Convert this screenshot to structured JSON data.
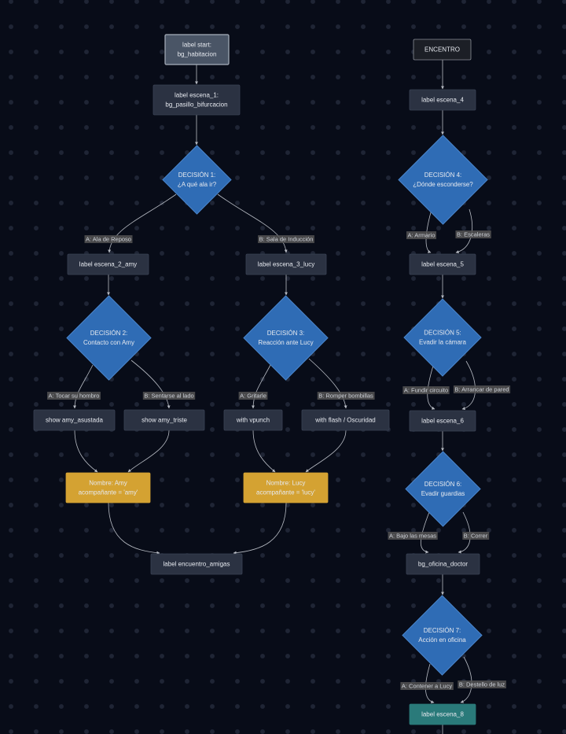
{
  "colors": {
    "background": "#080c18",
    "node": "#2b3242",
    "node_border": "#3a4254",
    "start_node": "#4a5566",
    "start_border": "#a8b0bc",
    "dark_node": "#1c1f26",
    "dark_border": "#8a8f98",
    "decision": "#2f6cb5",
    "decision_border": "#4a86cc",
    "highlight": "#d4a232",
    "final": "#2a7a7a",
    "edge": "#b8bcc4",
    "label_bg": "#545454"
  },
  "nodes": [
    {
      "id": "start",
      "kind": "start",
      "lines": [
        "label start:",
        "bg_habitacion"
      ]
    },
    {
      "id": "escena1",
      "kind": "process",
      "lines": [
        "label escena_1:",
        "bg_pasillo_bifurcacion"
      ]
    },
    {
      "id": "d1",
      "kind": "decision",
      "lines": [
        "DECISIÓN 1:",
        "¿A qué ala ir?"
      ]
    },
    {
      "id": "escena2",
      "kind": "process",
      "lines": [
        "label escena_2_amy"
      ]
    },
    {
      "id": "escena3",
      "kind": "process",
      "lines": [
        "label escena_3_lucy"
      ]
    },
    {
      "id": "d2",
      "kind": "decision",
      "lines": [
        "DECISIÓN 2:",
        "Contacto con Amy"
      ]
    },
    {
      "id": "d3",
      "kind": "decision",
      "lines": [
        "DECISIÓN 3:",
        "Reacción ante Lucy"
      ]
    },
    {
      "id": "asustada",
      "kind": "process",
      "lines": [
        "show amy_asustada"
      ]
    },
    {
      "id": "triste",
      "kind": "process",
      "lines": [
        "show amy_triste"
      ]
    },
    {
      "id": "vpunch",
      "kind": "process",
      "lines": [
        "with vpunch"
      ]
    },
    {
      "id": "flash",
      "kind": "process",
      "lines": [
        "with flash / Oscuridad"
      ]
    },
    {
      "id": "amy",
      "kind": "highlight",
      "lines": [
        "Nombre: Amy",
        "acompañante = 'amy'"
      ]
    },
    {
      "id": "lucy",
      "kind": "highlight",
      "lines": [
        "Nombre: Lucy",
        "acompañante = 'lucy'"
      ]
    },
    {
      "id": "encuentro",
      "kind": "process",
      "lines": [
        "label encuentro_amigas"
      ]
    },
    {
      "id": "encentro",
      "kind": "dark",
      "lines": [
        "ENCENTRO"
      ]
    },
    {
      "id": "escena4",
      "kind": "process",
      "lines": [
        "label escena_4"
      ]
    },
    {
      "id": "d4",
      "kind": "decision",
      "lines": [
        "DECISIÓN 4:",
        "¿Dónde esconderse?"
      ]
    },
    {
      "id": "escena5",
      "kind": "process",
      "lines": [
        "label escena_5"
      ]
    },
    {
      "id": "d5",
      "kind": "decision",
      "lines": [
        "DECISIÓN 5:",
        "Evadir la cámara"
      ]
    },
    {
      "id": "escena6",
      "kind": "process",
      "lines": [
        "label escena_6"
      ]
    },
    {
      "id": "d6",
      "kind": "decision",
      "lines": [
        "DECISIÓN 6:",
        "Evadir guardias"
      ]
    },
    {
      "id": "oficina",
      "kind": "process",
      "lines": [
        "bg_oficina_doctor"
      ]
    },
    {
      "id": "d7",
      "kind": "decision",
      "lines": [
        "DECISIÓN 7:",
        "Acción en oficina"
      ]
    },
    {
      "id": "escena8",
      "kind": "final",
      "lines": [
        "label escena_8"
      ]
    }
  ],
  "edges": [
    {
      "from": "start",
      "to": "escena1",
      "label": ""
    },
    {
      "from": "escena1",
      "to": "d1",
      "label": ""
    },
    {
      "from": "d1",
      "to": "escena2",
      "label": "A: Ala de Reposo"
    },
    {
      "from": "d1",
      "to": "escena3",
      "label": "B: Sala de Inducción"
    },
    {
      "from": "escena2",
      "to": "d2",
      "label": ""
    },
    {
      "from": "escena3",
      "to": "d3",
      "label": ""
    },
    {
      "from": "d2",
      "to": "asustada",
      "label": "A: Tocar su hombro"
    },
    {
      "from": "d2",
      "to": "triste",
      "label": "B: Sentarse al lado"
    },
    {
      "from": "d3",
      "to": "vpunch",
      "label": "A: Gritarle"
    },
    {
      "from": "d3",
      "to": "flash",
      "label": "B: Romper bombillas"
    },
    {
      "from": "asustada",
      "to": "amy",
      "label": ""
    },
    {
      "from": "triste",
      "to": "amy",
      "label": ""
    },
    {
      "from": "vpunch",
      "to": "lucy",
      "label": ""
    },
    {
      "from": "flash",
      "to": "lucy",
      "label": ""
    },
    {
      "from": "amy",
      "to": "encuentro",
      "label": ""
    },
    {
      "from": "lucy",
      "to": "encuentro",
      "label": ""
    },
    {
      "from": "encentro",
      "to": "escena4",
      "label": ""
    },
    {
      "from": "escena4",
      "to": "d4",
      "label": ""
    },
    {
      "from": "d4",
      "to": "escena5",
      "label": "A: Armario"
    },
    {
      "from": "d4",
      "to": "escena5",
      "label": "B: Escaleras"
    },
    {
      "from": "escena5",
      "to": "d5",
      "label": ""
    },
    {
      "from": "d5",
      "to": "escena6",
      "label": "A: Fundir circuito"
    },
    {
      "from": "d5",
      "to": "escena6",
      "label": "B: Arrancar de pared"
    },
    {
      "from": "escena6",
      "to": "d6",
      "label": ""
    },
    {
      "from": "d6",
      "to": "oficina",
      "label": "A: Bajo las mesas"
    },
    {
      "from": "d6",
      "to": "oficina",
      "label": "B: Correr"
    },
    {
      "from": "oficina",
      "to": "d7",
      "label": ""
    },
    {
      "from": "d7",
      "to": "escena8",
      "label": "A: Contener a Lucy"
    },
    {
      "from": "d7",
      "to": "escena8",
      "label": "B: Destello de luz"
    }
  ]
}
